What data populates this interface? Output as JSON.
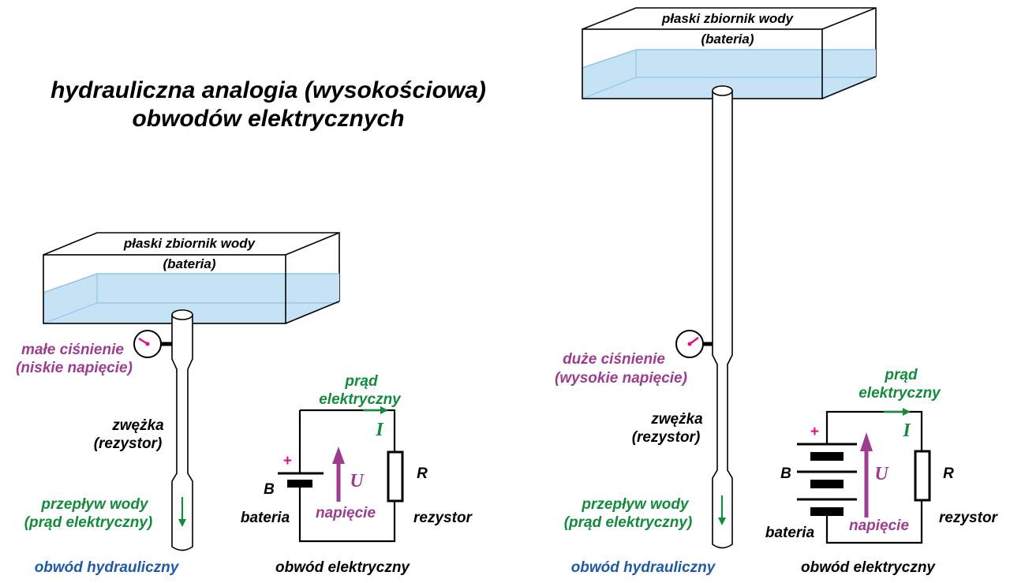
{
  "title": {
    "line1": "hydrauliczna analogia (wysokościowa)",
    "line2": "obwodów elektrycznych"
  },
  "colors": {
    "water": "#c6e3f5",
    "water_line": "#8fc4e6",
    "pressure": "#9c3d8f",
    "flow": "#138a3c",
    "caption": "#1f5aa6",
    "gauge_needle": "#e0117f"
  },
  "left": {
    "tank_label_1": "płaski zbiornik wody",
    "tank_label_2": "(bateria)",
    "pressure_1": "małe ciśnienie",
    "pressure_2": "(niskie napięcie)",
    "narrowing_1": "zwężka",
    "narrowing_2": "(rezystor)",
    "flow_1": "przepływ wody",
    "flow_2": "(prąd elektryczny)",
    "caption_hydraulic": "obwód hydrauliczny",
    "caption_electric": "obwód elektryczny",
    "current_1": "prąd",
    "current_2": "elektryczny",
    "current_symbol": "I",
    "voltage_symbol": "U",
    "voltage_label": "napięcie",
    "battery_symbol": "B",
    "battery_label": "bateria",
    "plus": "+",
    "resistor_symbol": "R",
    "resistor_label": "rezystor"
  },
  "right": {
    "tank_label_1": "płaski zbiornik wody",
    "tank_label_2": "(bateria)",
    "pressure_1": "duże ciśnienie",
    "pressure_2": "(wysokie napięcie)",
    "narrowing_1": "zwężka",
    "narrowing_2": "(rezystor)",
    "flow_1": "przepływ wody",
    "flow_2": "(prąd elektryczny)",
    "caption_hydraulic": "obwód hydrauliczny",
    "caption_electric": "obwód elektryczny",
    "current_1": "prąd",
    "current_2": "elektryczny",
    "current_symbol": "I",
    "voltage_symbol": "U",
    "voltage_label": "napięcie",
    "battery_symbol": "B",
    "battery_label": "bateria",
    "plus": "+",
    "resistor_symbol": "R",
    "resistor_label": "rezystor"
  }
}
